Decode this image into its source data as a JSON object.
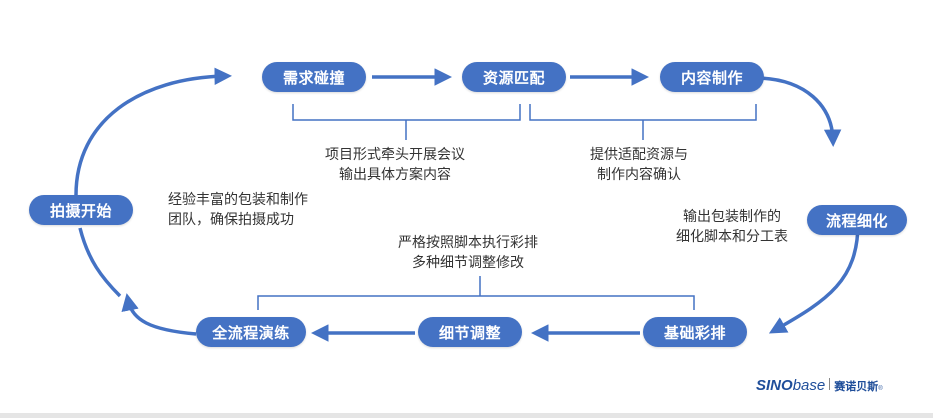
{
  "nodes": {
    "start": "拍摄开始",
    "demand": "需求碰撞",
    "resource": "资源匹配",
    "content": "内容制作",
    "refine": "流程细化",
    "basic": "基础彩排",
    "detail": "细节调整",
    "rehearsal": "全流程演练"
  },
  "notes": {
    "meeting_line1": "项目形式牵头开展会议",
    "meeting_line2": "输出具体方案内容",
    "supply_line1": "提供适配资源与",
    "supply_line2": "制作内容确认",
    "script_line1": "输出包装制作的",
    "script_line2": "细化脚本和分工表",
    "team_line1": "经验丰富的包装和制作",
    "team_line2": "团队，确保拍摄成功",
    "strict_line1": "严格按照脚本执行彩排",
    "strict_line2": "多种细节调整修改"
  },
  "brand": {
    "strong": "SINO",
    "light": "base",
    "cn": "赛诺贝斯",
    "reg": "®"
  },
  "colors": {
    "node_fill": "#4472c4",
    "arrow": "#4472c4",
    "bracket": "#4472c4",
    "text": "#333333",
    "brand": "#1f4e9a"
  }
}
